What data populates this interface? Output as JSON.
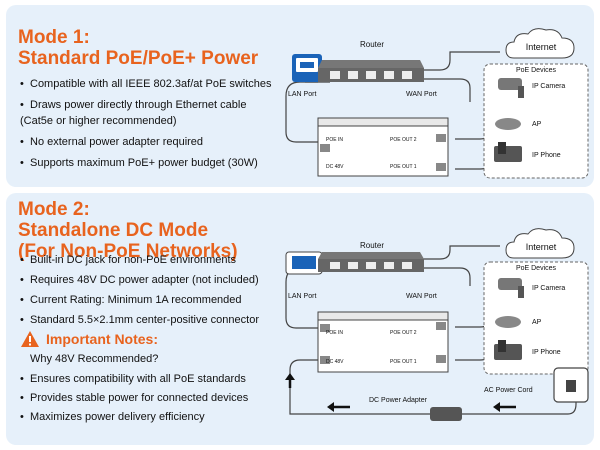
{
  "mode1": {
    "title_line1": "Mode 1:",
    "title_line2": "Standard PoE/PoE+ Power",
    "bullets": [
      "Compatible with all IEEE 802.3af/at PoE switches",
      "Draws power directly through Ethernet cable",
      "(Cat5e or higher recommended)",
      "No external power adapter required",
      "Supports maximum PoE+ power budget (30W)"
    ],
    "diagram": {
      "router": "Router",
      "internet": "Internet",
      "lan_port": "LAN Port",
      "wan_port": "WAN Port",
      "poe_in": "POE IN",
      "dc_48v": "DC 48V",
      "poe_out2": "POE OUT 2",
      "poe_out1": "POE OUT 1",
      "poe_devices": "PoE Devices",
      "ip_camera": "IP Camera",
      "ap": "AP",
      "ip_phone": "IP Phone"
    }
  },
  "mode2": {
    "title_line1": "Mode 2:",
    "title_line2": "Standalone DC Mode",
    "title_line3": "(For Non-PoE Networks)",
    "bullets": [
      "Built-in DC jack for non-PoE environments",
      "Requires 48V DC power adapter (not included)",
      "Current Rating: Minimum 1A recommended",
      "Standard 5.5×2.1mm center-positive connector"
    ],
    "notes_title": "Important Notes:",
    "notes": [
      "Why 48V Recommended?",
      "Ensures compatibility with all PoE standards",
      "Provides stable power for connected devices",
      "Maximizes power delivery efficiency"
    ],
    "diagram": {
      "router": "Router",
      "internet": "Internet",
      "lan_port": "LAN Port",
      "wan_port": "WAN Port",
      "poe_in": "POE IN",
      "dc_48v": "DC 48V",
      "poe_out2": "POE OUT 2",
      "poe_out1": "POE OUT 1",
      "poe_devices": "PoE Devices",
      "ip_camera": "IP Camera",
      "ap": "AP",
      "ip_phone": "IP Phone",
      "dc_adapter": "DC Power Adapter",
      "ac_cord": "AC Power Cord"
    }
  },
  "colors": {
    "accent": "#e8631e",
    "panel_bg": "#e6f0fa",
    "switch_blue": "#1a63b8"
  }
}
